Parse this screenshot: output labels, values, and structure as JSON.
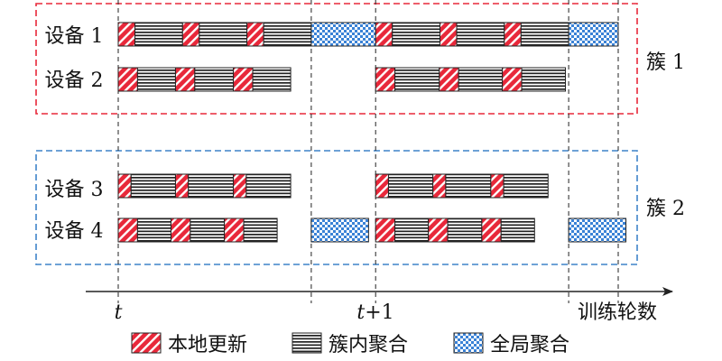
{
  "clusters": [
    {
      "label": "簇 1",
      "color": "#e8283a",
      "devices": [
        {
          "label": "设备 1",
          "segments": [
            {
              "type": "local",
              "start": 0.0,
              "end": 0.26
            },
            {
              "type": "intra",
              "start": 0.26,
              "end": 1.0
            },
            {
              "type": "local",
              "start": 1.0,
              "end": 1.26
            },
            {
              "type": "intra",
              "start": 1.26,
              "end": 2.0
            },
            {
              "type": "local",
              "start": 2.0,
              "end": 2.26
            },
            {
              "type": "intra",
              "start": 2.26,
              "end": 3.0
            },
            {
              "type": "global",
              "start": 3.0,
              "end": 4.0
            },
            {
              "type": "local",
              "start": 4.0,
              "end": 4.26
            },
            {
              "type": "intra",
              "start": 4.26,
              "end": 5.0
            },
            {
              "type": "local",
              "start": 5.0,
              "end": 5.26
            },
            {
              "type": "intra",
              "start": 5.26,
              "end": 6.0
            },
            {
              "type": "local",
              "start": 6.0,
              "end": 6.26
            },
            {
              "type": "intra",
              "start": 6.26,
              "end": 7.0
            },
            {
              "type": "global",
              "start": 7.0,
              "end": 7.77
            }
          ]
        },
        {
          "label": "设备 2",
          "segments": [
            {
              "type": "local",
              "start": 0.0,
              "end": 0.3
            },
            {
              "type": "intra",
              "start": 0.3,
              "end": 0.89
            },
            {
              "type": "local",
              "start": 0.89,
              "end": 1.19
            },
            {
              "type": "intra",
              "start": 1.19,
              "end": 1.79
            },
            {
              "type": "local",
              "start": 1.79,
              "end": 2.09
            },
            {
              "type": "intra",
              "start": 2.09,
              "end": 2.68
            },
            {
              "type": "local",
              "start": 4.0,
              "end": 4.3
            },
            {
              "type": "intra",
              "start": 4.3,
              "end": 4.99
            },
            {
              "type": "local",
              "start": 4.99,
              "end": 5.29
            },
            {
              "type": "intra",
              "start": 5.29,
              "end": 5.97
            },
            {
              "type": "local",
              "start": 5.97,
              "end": 6.27
            },
            {
              "type": "intra",
              "start": 6.27,
              "end": 6.95
            }
          ]
        }
      ]
    },
    {
      "label": "簇 2",
      "color": "#3f84c9",
      "devices": [
        {
          "label": "设备 3",
          "segments": [
            {
              "type": "local",
              "start": 0.0,
              "end": 0.2
            },
            {
              "type": "intra",
              "start": 0.2,
              "end": 0.89
            },
            {
              "type": "local",
              "start": 0.89,
              "end": 1.09
            },
            {
              "type": "intra",
              "start": 1.09,
              "end": 1.79
            },
            {
              "type": "local",
              "start": 1.79,
              "end": 1.99
            },
            {
              "type": "intra",
              "start": 1.99,
              "end": 2.68
            },
            {
              "type": "local",
              "start": 4.0,
              "end": 4.2
            },
            {
              "type": "intra",
              "start": 4.2,
              "end": 4.89
            },
            {
              "type": "local",
              "start": 4.89,
              "end": 5.09
            },
            {
              "type": "intra",
              "start": 5.09,
              "end": 5.79
            },
            {
              "type": "local",
              "start": 5.79,
              "end": 5.99
            },
            {
              "type": "intra",
              "start": 5.99,
              "end": 6.68
            }
          ]
        },
        {
          "label": "设备 4",
          "segments": [
            {
              "type": "local",
              "start": 0.0,
              "end": 0.3
            },
            {
              "type": "intra",
              "start": 0.3,
              "end": 0.82
            },
            {
              "type": "local",
              "start": 0.82,
              "end": 1.12
            },
            {
              "type": "intra",
              "start": 1.12,
              "end": 1.65
            },
            {
              "type": "local",
              "start": 1.65,
              "end": 1.95
            },
            {
              "type": "intra",
              "start": 1.95,
              "end": 2.47
            },
            {
              "type": "global",
              "start": 3.0,
              "end": 3.89
            },
            {
              "type": "local",
              "start": 4.0,
              "end": 4.3
            },
            {
              "type": "intra",
              "start": 4.3,
              "end": 4.82
            },
            {
              "type": "local",
              "start": 4.82,
              "end": 5.12
            },
            {
              "type": "intra",
              "start": 5.12,
              "end": 5.65
            },
            {
              "type": "local",
              "start": 5.65,
              "end": 5.95
            },
            {
              "type": "intra",
              "start": 5.95,
              "end": 6.47
            },
            {
              "type": "global",
              "start": 7.0,
              "end": 7.89
            }
          ]
        }
      ]
    }
  ],
  "axis": {
    "ticks": [
      {
        "label": "t",
        "italic": true,
        "position": 0
      },
      {
        "label": "t+1",
        "italic_part": "t",
        "rest": "+1",
        "position": 4
      }
    ],
    "axis_label": "训练轮数",
    "guide_positions": [
      0,
      3,
      4,
      7,
      7.77
    ]
  },
  "legend": [
    {
      "type": "local",
      "label": "本地更新"
    },
    {
      "type": "intra",
      "label": "簇内聚合"
    },
    {
      "type": "global",
      "label": "全局聚合"
    }
  ],
  "colors": {
    "local_fill": "#e8283a",
    "global_fill": "#3a82d6",
    "stripe": "#222222",
    "guide": "#222222"
  }
}
